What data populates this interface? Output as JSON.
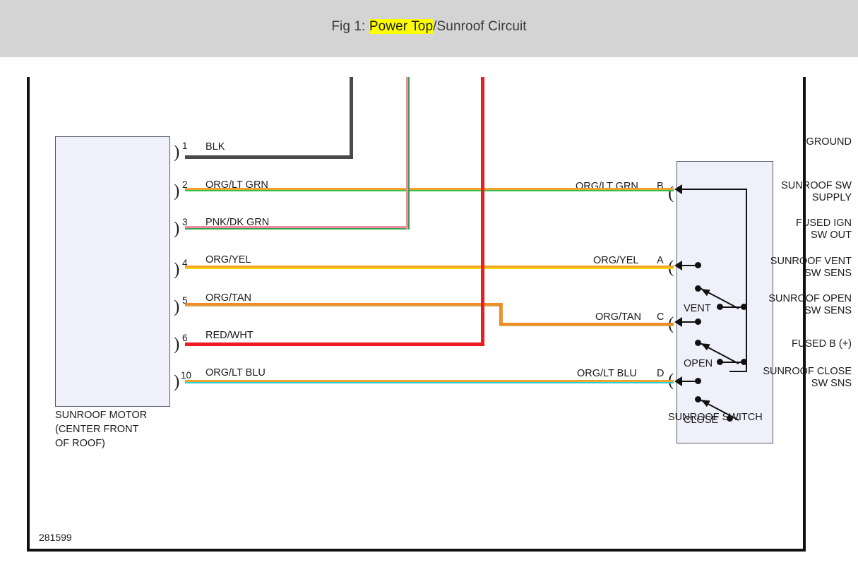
{
  "header": {
    "fig_prefix": "Fig 1: ",
    "fig_highlight": "Power Top",
    "fig_suffix": "/Sunroof Circuit",
    "highlight_color": "#ffff00",
    "background": "#d4d4d4"
  },
  "diagram": {
    "figure_id": "281599",
    "frame_color": "#111111",
    "components": [
      {
        "id": "sunroof-motor",
        "caption": "SUNROOF MOTOR\n(CENTER FRONT\nOF ROOF)",
        "fill": "#f0f0fb"
      },
      {
        "id": "sunroof-switch",
        "caption": "SUNROOF SWITCH",
        "fill": "#f0f0fb"
      }
    ],
    "motor_pins": [
      {
        "num": "1",
        "label": "GROUND",
        "wire": "BLK",
        "colors": [
          "#4a4a4a",
          "#4a4a4a"
        ]
      },
      {
        "num": "2",
        "label": "SUNROOF SW\nSUPPLY",
        "wire": "ORG/LT GRN",
        "colors": [
          "#f0a32e",
          "#2fbf4a"
        ]
      },
      {
        "num": "3",
        "label": "FUSED IGN\nSW OUT",
        "wire": "PNK/DK GRN",
        "colors": [
          "#f58aa6",
          "#3a9e4a"
        ]
      },
      {
        "num": "4",
        "label": "SUNROOF VENT\nSW SENS",
        "wire": "ORG/YEL",
        "colors": [
          "#f0a32e",
          "#ffd500"
        ]
      },
      {
        "num": "5",
        "label": "SUNROOF OPEN\nSW SENS",
        "wire": "ORG/TAN",
        "colors": [
          "#ef8b22",
          "#d9a24a"
        ]
      },
      {
        "num": "6",
        "label": "FUSED B (+)",
        "wire": "RED/WHT",
        "colors": [
          "#ee1c22",
          "#ee1c22"
        ]
      },
      {
        "num": "10",
        "label": "SUNROOF CLOSE\nSW SNS",
        "wire": "ORG/LT BLU",
        "colors": [
          "#f0a32e",
          "#2ecfd6"
        ]
      }
    ],
    "switch_terminals": [
      {
        "letter": "B",
        "wire": "ORG/LT GRN",
        "colors": [
          "#f0a32e",
          "#2fbf4a"
        ]
      },
      {
        "letter": "A",
        "wire": "ORG/YEL",
        "colors": [
          "#f0a32e",
          "#ffd500"
        ]
      },
      {
        "letter": "C",
        "wire": "ORG/TAN",
        "colors": [
          "#ef8b22",
          "#d9a24a"
        ]
      },
      {
        "letter": "D",
        "wire": "ORG/LT BLU",
        "colors": [
          "#f0a32e",
          "#2ecfd6"
        ]
      }
    ],
    "switch_positions": [
      "VENT",
      "OPEN",
      "CLOSE"
    ]
  }
}
